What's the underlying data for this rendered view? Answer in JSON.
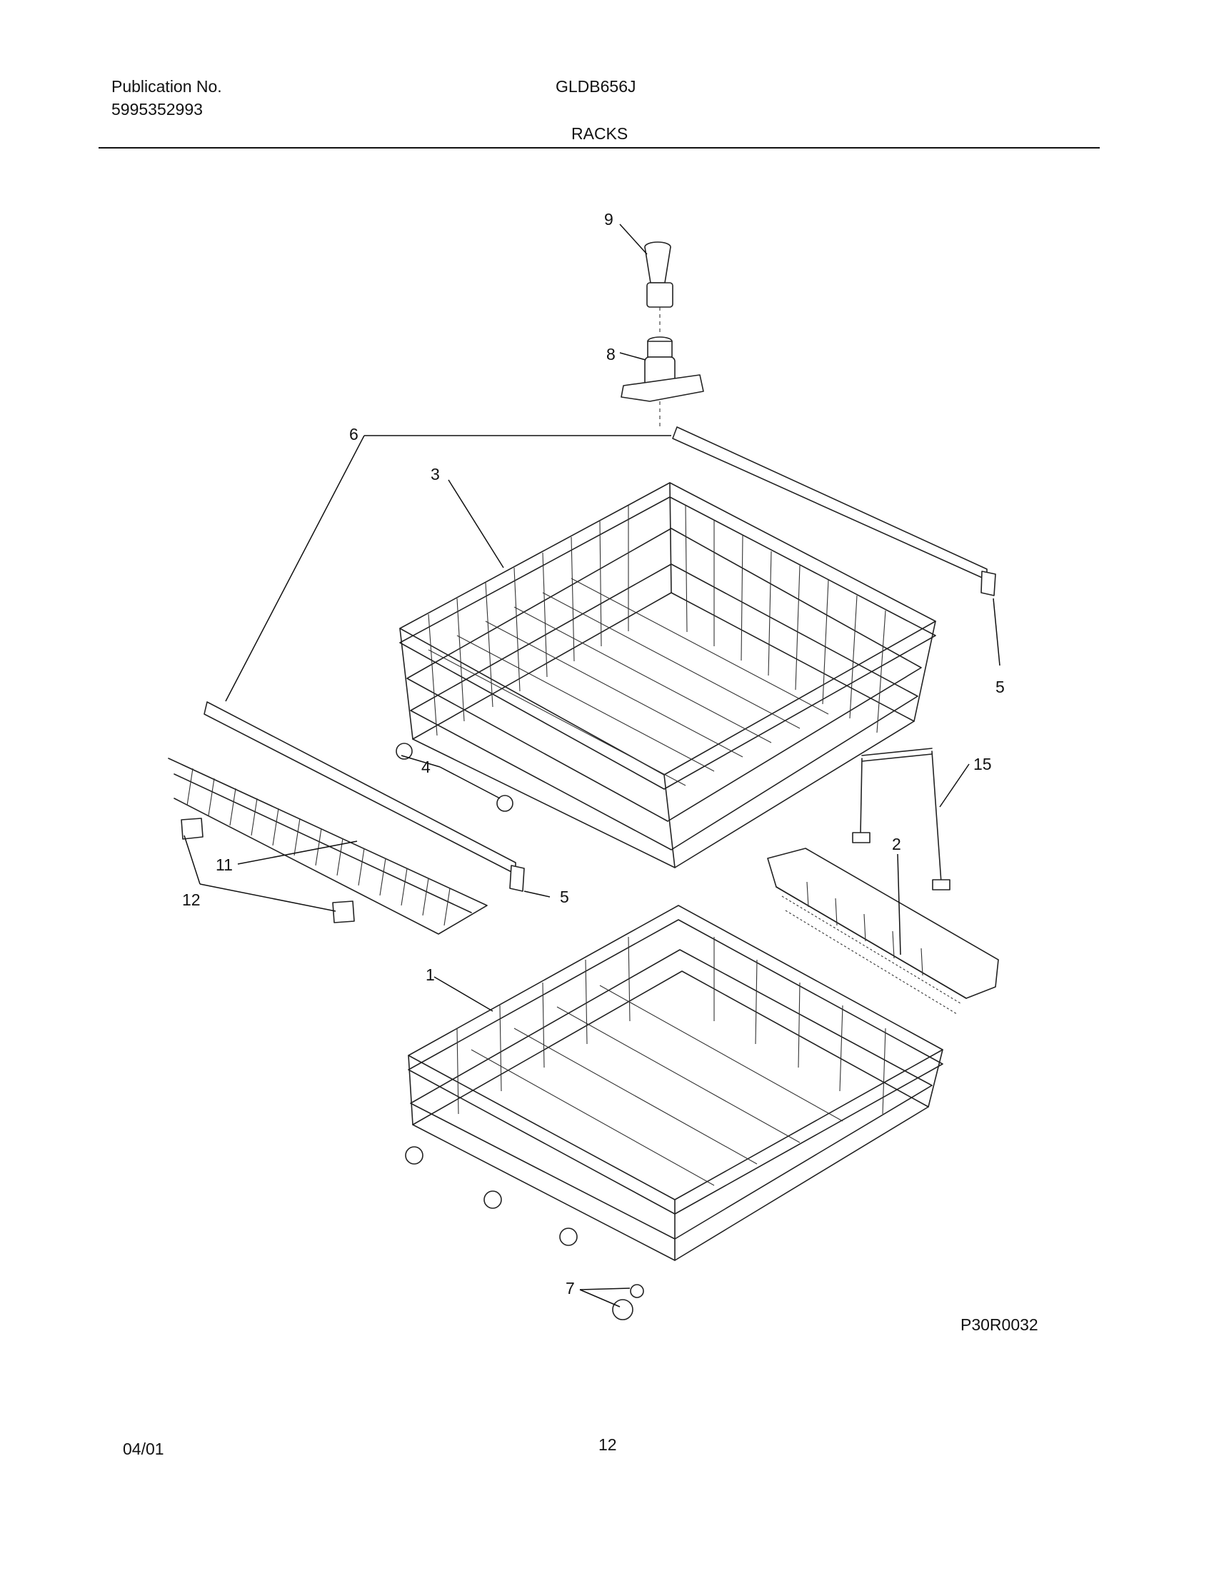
{
  "header": {
    "publication_label": "Publication No.",
    "publication_number": "5995352993",
    "model": "GLDB656J",
    "section_title": "RACKS"
  },
  "diagram": {
    "figure_code": "P30R0032",
    "callouts": [
      "9",
      "8",
      "6",
      "3",
      "5",
      "4",
      "15",
      "2",
      "11",
      "12",
      "5",
      "1",
      "7"
    ]
  },
  "footer": {
    "date": "04/01",
    "page_number": "12"
  }
}
